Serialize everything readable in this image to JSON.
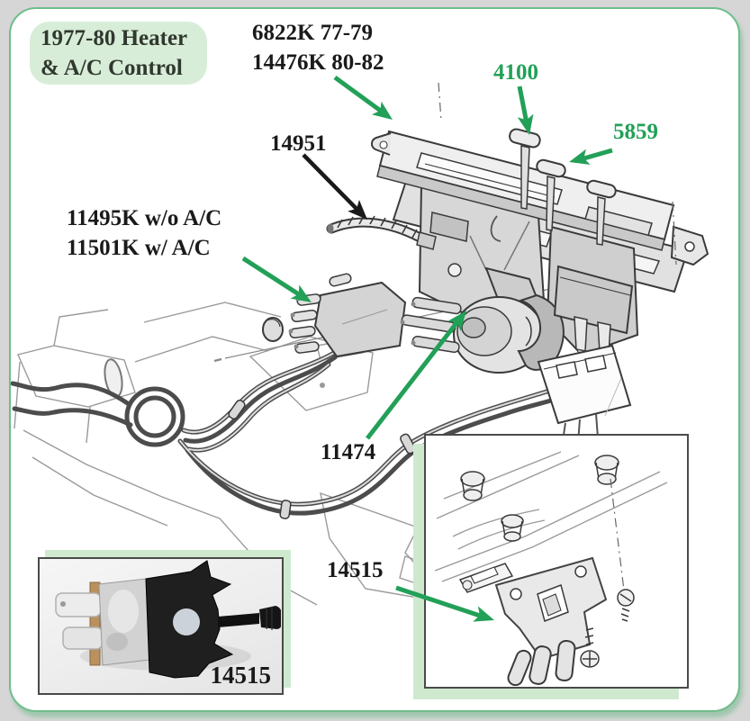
{
  "page": {
    "background": "#d6d6d6",
    "panel_background": "#ffffff",
    "frame_border_color": "#6fbd8c"
  },
  "title_box": {
    "line1": "1977-80 Heater",
    "line2": "& A/C Control",
    "background": "#d8edd8",
    "text_color": "#30382f"
  },
  "colors": {
    "green": "#22a057",
    "black": "#1a1a1a",
    "art_line": "#3a3a3a",
    "art_faint": "#9a9a9a",
    "hose": "#4c4c4c",
    "inset_border": "#4a4a4a",
    "inset_shadow": "#cfe9cf"
  },
  "labels": {
    "assembly": {
      "line1": "6822K 77-79",
      "line2": "14476K 80-82"
    },
    "cable": {
      "text": "14951"
    },
    "vacuum_harness": {
      "line1": "11495K w/o A/C",
      "line2": "11501K w/ A/C"
    },
    "temp_lever": {
      "text": "4100"
    },
    "function_lever": {
      "text": "5859"
    },
    "vacuum_valve": {
      "text": "11474"
    },
    "vacuum_motor_pointer": {
      "text": "14515"
    },
    "vacuum_motor_photo": {
      "text": "14515"
    }
  }
}
